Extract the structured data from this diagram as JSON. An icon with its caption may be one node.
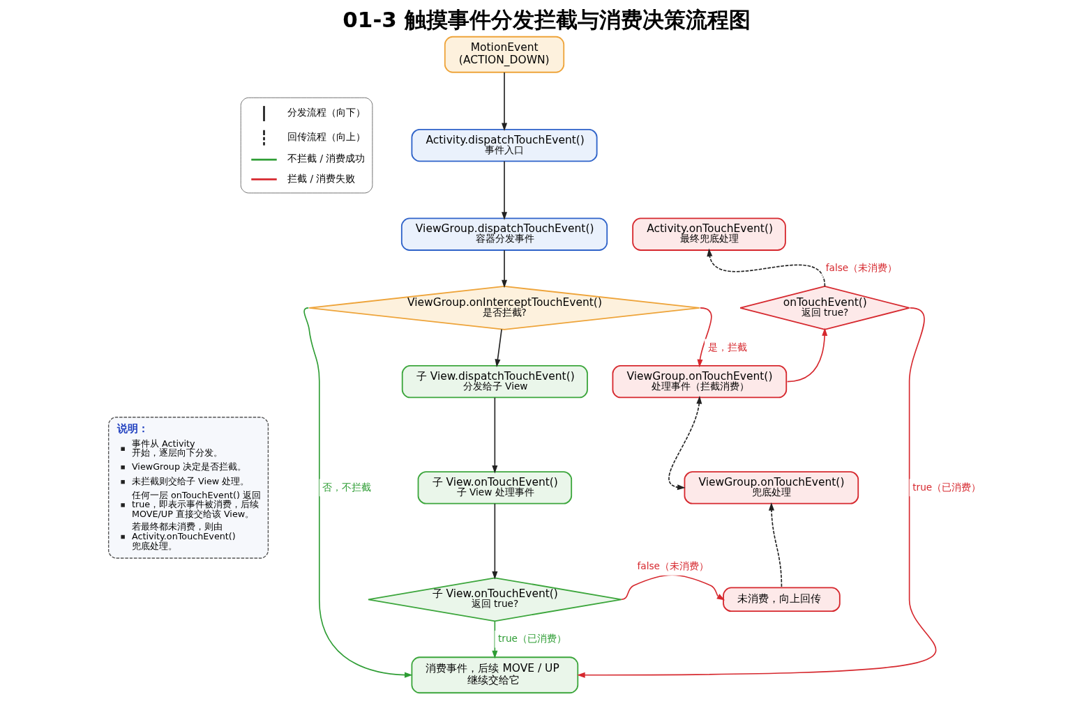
{
  "diagram": {
    "title": "01-3 触摸事件分发拦截与消费决策流程图",
    "nodes": [
      {
        "text": [
          "MotionEvent (ACTION_DOWN)"
        ]
      },
      {
        "text": [
          "Activity.dispatchTouchEvent()",
          "事件入口"
        ]
      },
      {
        "text": [
          "ViewGroup.dispatchTouchEvent()",
          "容器分发事件"
        ]
      },
      {
        "text": [
          "ViewGroup.onInterceptTouchEvent()",
          "是否拦截?"
        ]
      },
      {
        "text": [
          "子 View.dispatchTouchEvent()",
          "分发给子 View"
        ]
      },
      {
        "text": [
          "子 View.onTouchEvent()",
          "子 View 处理事件"
        ]
      },
      {
        "text": [
          "子 View.onTouchEvent()",
          "返回 true?"
        ]
      },
      {
        "text": [
          "消费事件，后续 MOVE / UP 继续交给它"
        ]
      },
      {
        "text": [
          "ViewGroup.onTouchEvent()",
          "处理事件（拦截消费）"
        ]
      },
      {
        "text": [
          "onTouchEvent()",
          "返回 true?"
        ]
      },
      {
        "text": [
          "Activity.onTouchEvent()",
          "最终兜底处理"
        ]
      },
      {
        "text": [
          "ViewGroup.onTouchEvent()",
          "兜底处理"
        ]
      },
      {
        "text": [
          "未消费，向上回传"
        ]
      },
      {
        "text": [
          "说明：",
          "事件从 Activity 开始，逐层向下分发。",
          "ViewGroup 决定是否拦截。",
          "未拦截则交给子 View 处理。",
          "任何一层 onTouchEvent() 返回 true，即表示事件被消费，后续 MOVE/UP 直接交给该 View。",
          "若最终都未消费，则由 Activity.onTouchEvent() 兜底处理。"
        ]
      }
    ],
    "edges": [
      {
        "from": 0,
        "to": 1,
        "arrow": "to"
      },
      {
        "from": 1,
        "to": 2,
        "arrow": "to"
      },
      {
        "from": 2,
        "to": 3,
        "arrow": "to"
      },
      {
        "from": 3,
        "to": 4,
        "arrow": "to"
      },
      {
        "from": 4,
        "to": 5,
        "arrow": "to"
      },
      {
        "from": 5,
        "to": 6,
        "arrow": "to"
      },
      {
        "from": 6,
        "to": 7,
        "arrow": "to",
        "label": "true（已消费）",
        "color": "#2e9d34"
      },
      {
        "from": 3,
        "to": 7,
        "arrow": "to",
        "label": "否，不拦截",
        "color": "#2e9d34"
      },
      {
        "from": 3,
        "to": 8,
        "arrow": "to",
        "label": "是，拦截",
        "color": "#d6282e"
      },
      {
        "from": 8,
        "to": 9,
        "arrow": "to",
        "color": "#d6282e"
      },
      {
        "from": 9,
        "to": 10,
        "arrow": "to",
        "label": "false（未消费）",
        "style": "dashed"
      },
      {
        "from": 9,
        "to": 7,
        "arrow": "to",
        "label": "true（已消费）",
        "color": "#d6282e"
      },
      {
        "from": 6,
        "to": 12,
        "arrow": "to",
        "label": "false（未消费）",
        "color": "#d6282e"
      },
      {
        "from": 12,
        "to": 11,
        "arrow": "to",
        "style": "dashed"
      },
      {
        "from": 8,
        "to": 11,
        "arrow": "both",
        "style": "dashed"
      }
    ],
    "legend": [
      {
        "text": "分发流程（向下）"
      },
      {
        "text": "回传流程（向上）"
      },
      {
        "text": "不拦截 / 消费成功"
      },
      {
        "text": "拦截 / 消费失败"
      }
    ]
  }
}
